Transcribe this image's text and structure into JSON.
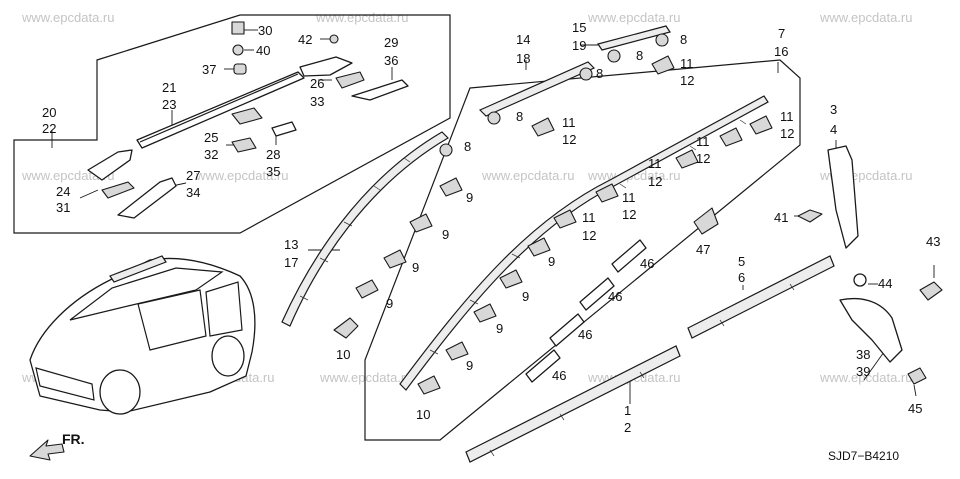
{
  "watermark": "www.epcdata.ru",
  "diagram_code": "SJD7−B4210",
  "direction_label": "FR.",
  "callouts": [
    "30",
    "40",
    "42",
    "37",
    "29",
    "36",
    "26",
    "33",
    "21",
    "23",
    "20",
    "22",
    "25",
    "32",
    "28",
    "35",
    "24",
    "31",
    "27",
    "34",
    "14",
    "18",
    "15",
    "19",
    "8",
    "7",
    "16",
    "11",
    "12",
    "13",
    "17",
    "9",
    "10",
    "47",
    "46",
    "3",
    "4",
    "41",
    "5",
    "6",
    "43",
    "44",
    "1",
    "2",
    "38",
    "39",
    "45"
  ]
}
